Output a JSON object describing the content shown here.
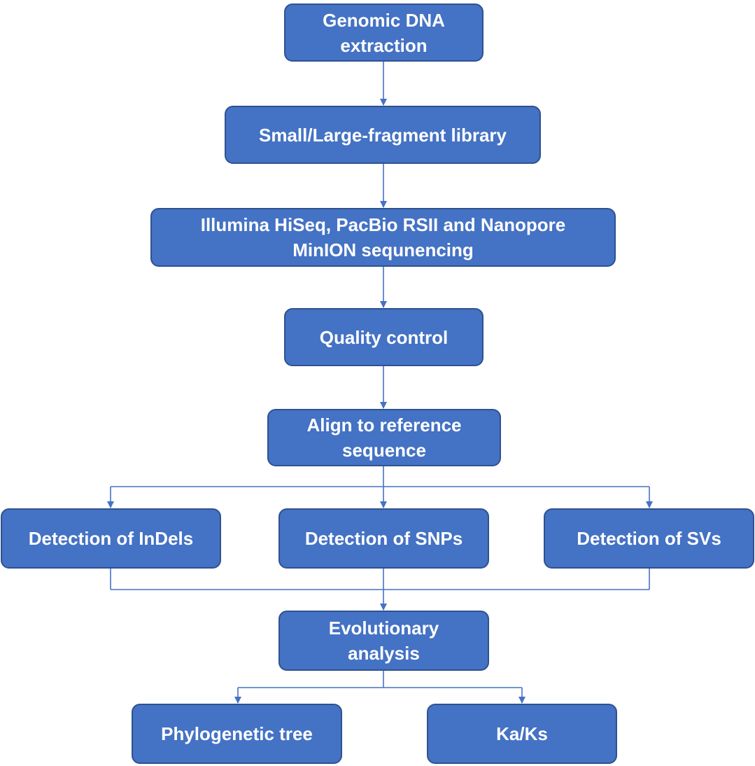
{
  "diagram": {
    "nodes": {
      "genomic_dna": "Genomic DNA extraction",
      "library": "Small/Large-fragment library",
      "sequencing": "Illumina HiSeq, PacBio RSII and Nanopore MinION sequnencing",
      "quality_control": "Quality control",
      "align": "Align to reference sequence",
      "indels": "Detection of InDels",
      "snps": "Detection of SNPs",
      "svs": "Detection of SVs",
      "evolutionary": "Evolutionary analysis",
      "phylo_tree": "Phylogenetic tree",
      "kaks": "Ka/Ks"
    },
    "edges": [
      [
        "genomic_dna",
        "library"
      ],
      [
        "library",
        "sequencing"
      ],
      [
        "sequencing",
        "quality_control"
      ],
      [
        "quality_control",
        "align"
      ],
      [
        "align",
        "indels"
      ],
      [
        "align",
        "snps"
      ],
      [
        "align",
        "svs"
      ],
      [
        "indels",
        "evolutionary"
      ],
      [
        "snps",
        "evolutionary"
      ],
      [
        "svs",
        "evolutionary"
      ],
      [
        "evolutionary",
        "phylo_tree"
      ],
      [
        "evolutionary",
        "kaks"
      ]
    ],
    "colors": {
      "box_fill": "#4472c4",
      "box_border": "#2f528f",
      "text": "#ffffff",
      "connector": "#4472c4"
    }
  }
}
